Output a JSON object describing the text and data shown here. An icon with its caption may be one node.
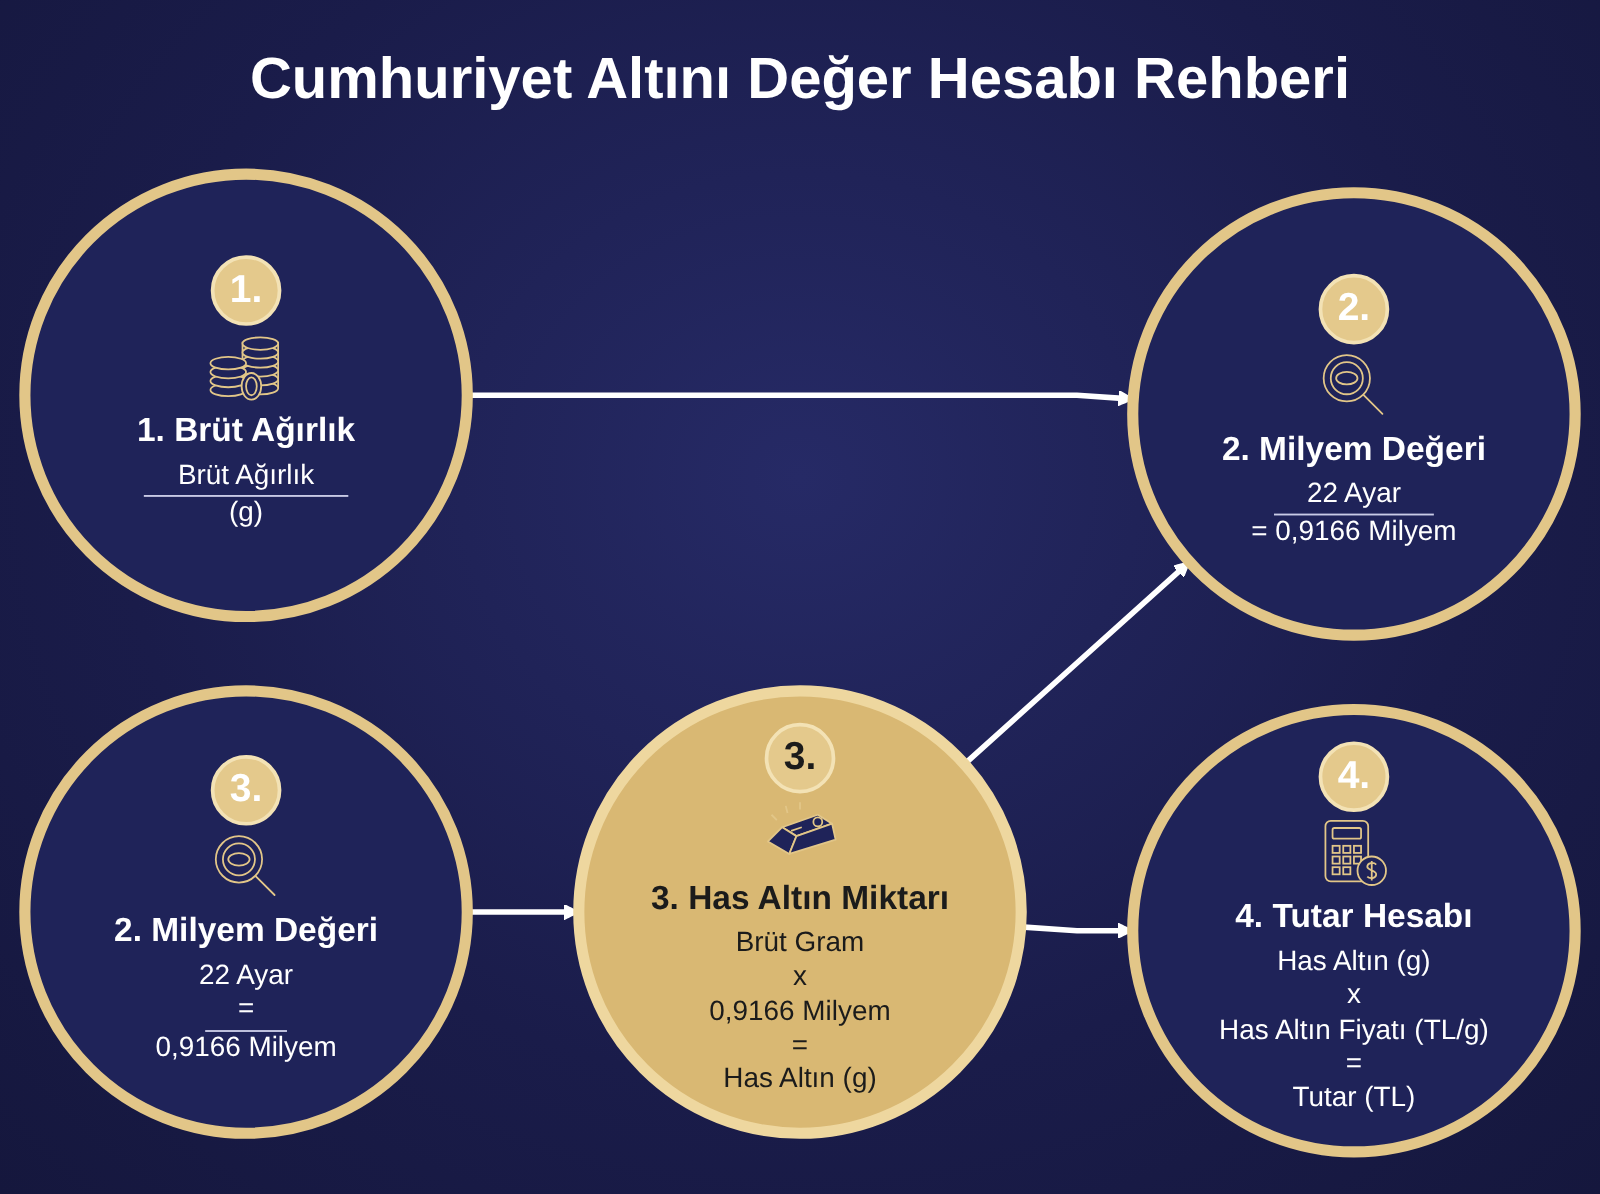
{
  "diagram": {
    "title": "Cumhuriyet Altını Değer Hesabı Rehberi",
    "nodes": [
      {
        "text": [
          "1.",
          "1. Brüt Ağırlık",
          "Brüt Ağırlık",
          "(g)"
        ]
      },
      {
        "text": [
          "2.",
          "2. Milyem Değeri",
          "22 Ayar",
          "= 0,9166 Milyem"
        ]
      },
      {
        "text": [
          "3.",
          "3. Has Altın Miktarı",
          "Brüt Gram",
          "x",
          "0,9166 Milyem",
          "=",
          "Has Altın (g)"
        ]
      },
      {
        "text": [
          "3.",
          "2. Milyem Değeri",
          "22 Ayar",
          "=",
          "0,9166 Milyem"
        ]
      },
      {
        "text": [
          "4.",
          "4. Tutar Hesabı",
          "Has Altın (g)",
          "x",
          "Has Altın Fiyatı (TL/g)",
          "=",
          "Tutar (TL)"
        ]
      }
    ],
    "edges": [
      {
        "from": 0,
        "to": 1,
        "arrow": "to"
      },
      {
        "from": 3,
        "to": 2,
        "arrow": "to"
      },
      {
        "from": 2,
        "to": 1,
        "arrow": "to"
      },
      {
        "from": 2,
        "to": 4,
        "arrow": "to"
      }
    ]
  }
}
